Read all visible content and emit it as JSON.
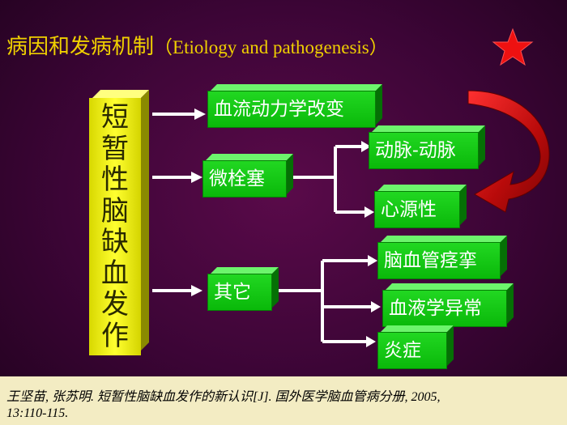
{
  "slide": {
    "title_zh": "病因和发病机制",
    "title_en": "（Etiology and pathogenesis）",
    "colors": {
      "title": "#f0d000",
      "box_green": "#18c818",
      "box_yellow": "#f0f000",
      "arrow_red": "#cc1010",
      "citation_bg": "#f3ecc3"
    }
  },
  "diagram": {
    "main_chars": [
      "短",
      "暂",
      "性",
      "脑",
      "缺",
      "血",
      "发",
      "作"
    ],
    "boxes": {
      "hemodynamic": "血流动力学改变",
      "microembolism": "微栓塞",
      "artery_artery": "动脉-动脉",
      "cardiogenic": "心源性",
      "other": "其它",
      "vasospasm": "脑血管痉挛",
      "blood_disorder": "血液学异常",
      "inflammation": "炎症"
    }
  },
  "citation": {
    "line1": "王坚苗, 张苏明. 短暂性脑缺血发作的新认识[J]. 国外医学脑血管病分册, 2005,",
    "line2": "13:110-115."
  }
}
